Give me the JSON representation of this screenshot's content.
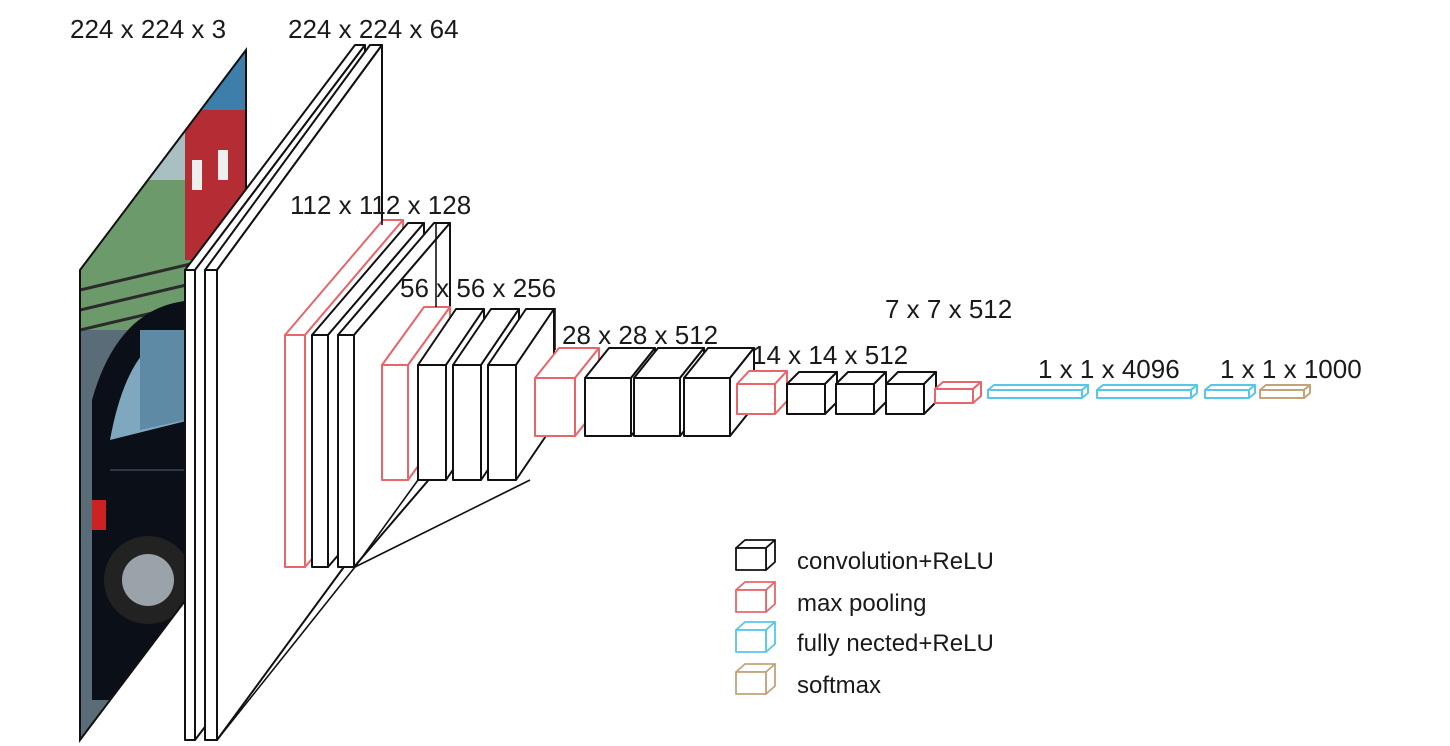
{
  "diagram": {
    "colors": {
      "conv": "#111111",
      "pool": "#e8666a",
      "fc": "#56c7ea",
      "softmax": "#c4a27a",
      "text": "#1a1a1a"
    },
    "dimension_labels": {
      "input": "224 x 224 x 3",
      "block1": "224 x 224 x 64",
      "block2": "112 x 112 x 128",
      "block3": "56 x 56 x 256",
      "block4": "28 x 28 x 512",
      "block5": "14 x 14 x 512",
      "pool5": "7 x 7 x 512",
      "fc": "1 x 1 x 4096",
      "output": "1 x 1 x 1000"
    },
    "input_image": "photo of a black car parked in front of a red barn",
    "legend": [
      {
        "key": "conv",
        "label": "convolution+ReLU"
      },
      {
        "key": "pool",
        "label": "max pooling"
      },
      {
        "key": "fc",
        "label": "fully nected+ReLU"
      },
      {
        "key": "softmax",
        "label": "softmax"
      }
    ]
  }
}
